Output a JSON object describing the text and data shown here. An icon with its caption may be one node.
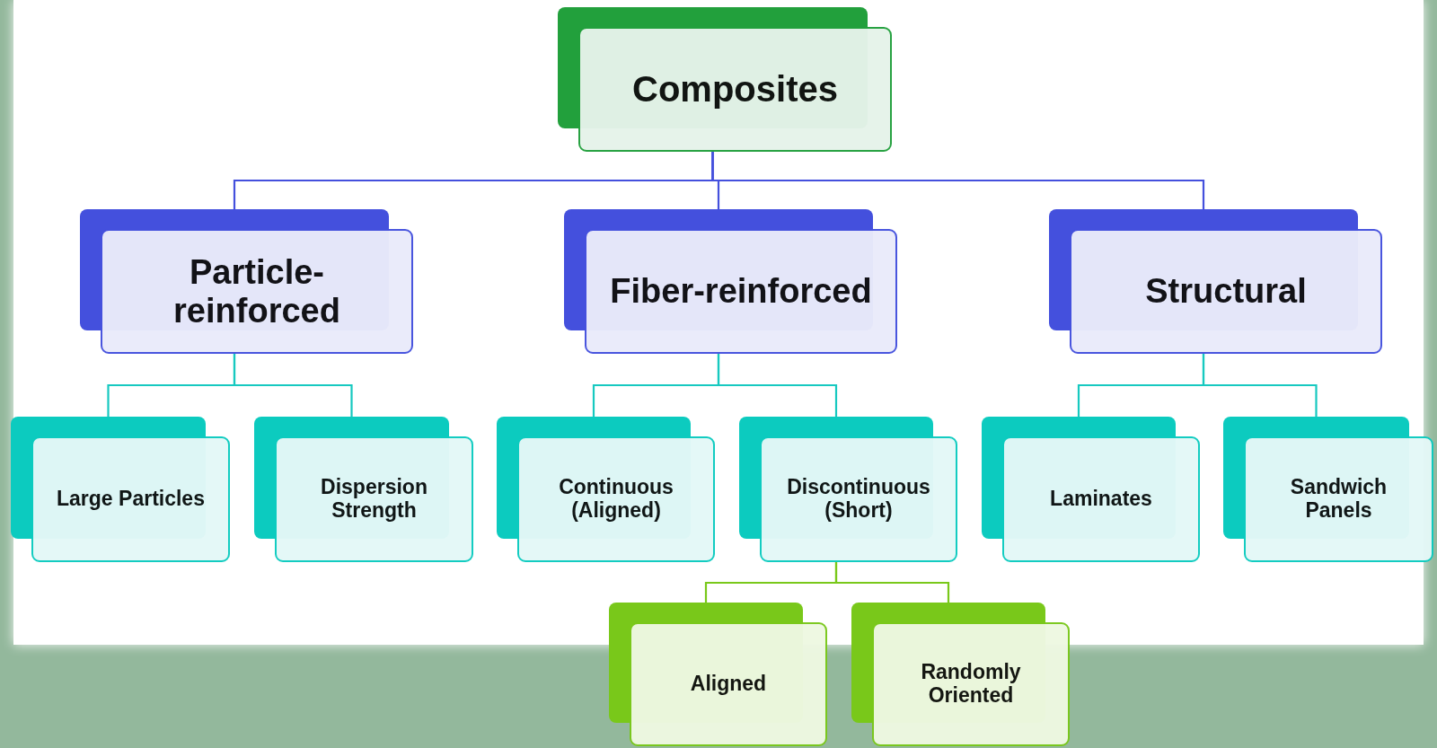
{
  "diagram": {
    "nodes": [
      {
        "text": [
          "Composites"
        ]
      },
      {
        "text": [
          "Particle-reinforced"
        ]
      },
      {
        "text": [
          "Fiber-reinforced"
        ]
      },
      {
        "text": [
          "Structural"
        ]
      },
      {
        "text": [
          "Large Particles"
        ]
      },
      {
        "text": [
          "Dispersion Strength"
        ]
      },
      {
        "text": [
          "Continuous (Aligned)"
        ]
      },
      {
        "text": [
          "Discontinuous (Short)"
        ]
      },
      {
        "text": [
          "Laminates"
        ]
      },
      {
        "text": [
          "Sandwich Panels"
        ]
      },
      {
        "text": [
          "Aligned"
        ]
      },
      {
        "text": [
          "Randomly Oriented"
        ]
      }
    ],
    "edges": [
      {
        "from": 0,
        "to": 1,
        "arrow": "none",
        "color": "#4450dd"
      },
      {
        "from": 0,
        "to": 2,
        "arrow": "none",
        "color": "#4450dd"
      },
      {
        "from": 0,
        "to": 3,
        "arrow": "none",
        "color": "#4450dd"
      },
      {
        "from": 1,
        "to": 4,
        "arrow": "none"
      },
      {
        "from": 1,
        "to": 5,
        "arrow": "none"
      },
      {
        "from": 2,
        "to": 6,
        "arrow": "none"
      },
      {
        "from": 2,
        "to": 7,
        "arrow": "none"
      },
      {
        "from": 3,
        "to": 8,
        "arrow": "none"
      },
      {
        "from": 3,
        "to": 9,
        "arrow": "none"
      },
      {
        "from": 7,
        "to": 10,
        "arrow": "none",
        "color": "#79c81a"
      },
      {
        "from": 7,
        "to": 11,
        "arrow": "none",
        "color": "#79c81a"
      }
    ]
  }
}
